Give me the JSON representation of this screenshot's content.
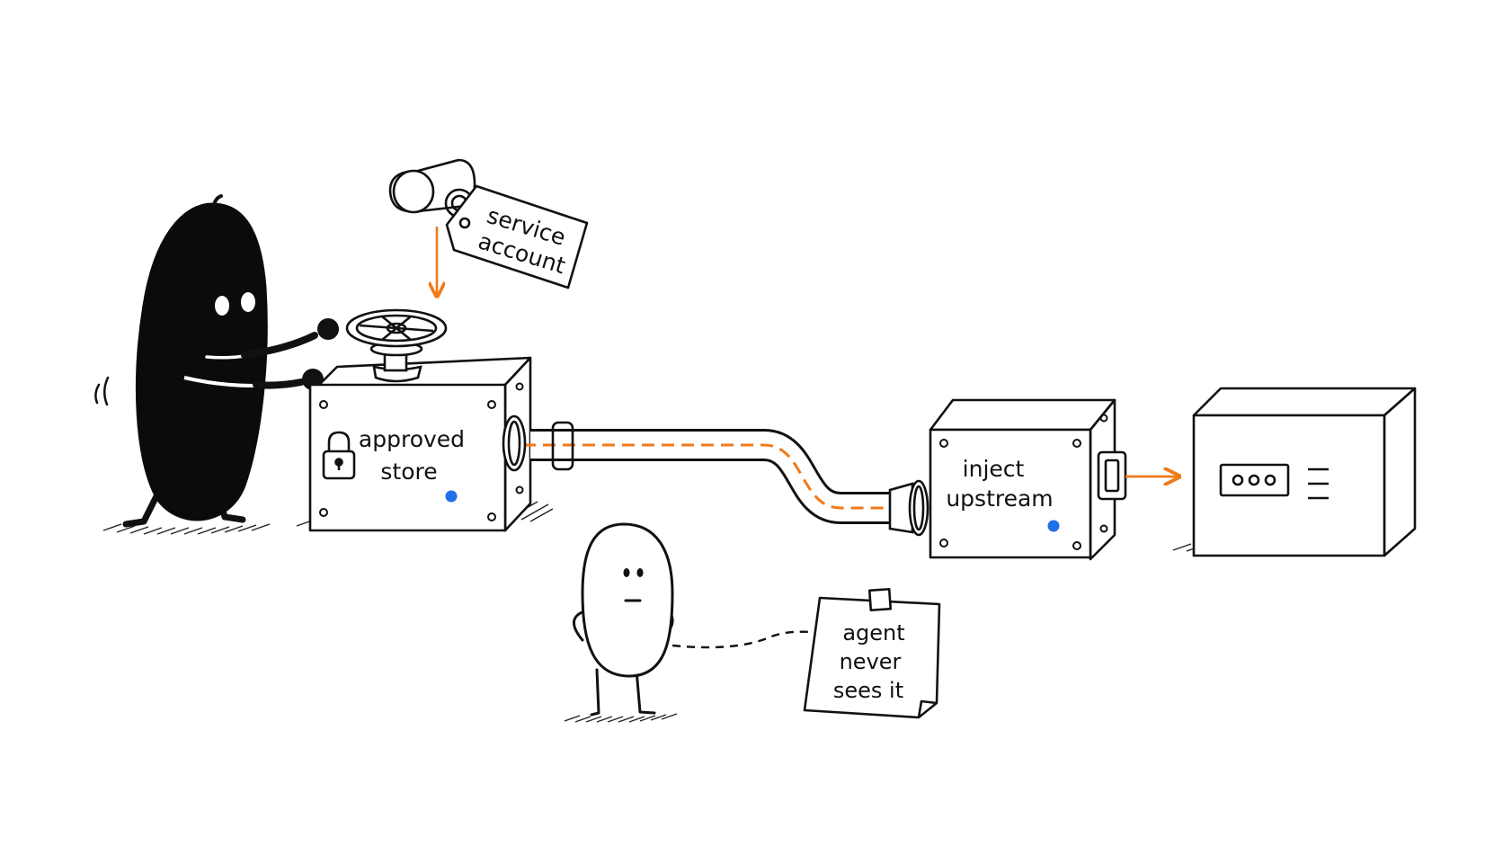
{
  "palette": {
    "ink": "#111111",
    "accent": "#f07a1a",
    "dot": "#1f6fe8",
    "paper": "#ffffff"
  },
  "icons": {
    "tag": "luggage-tag-icon",
    "lock": "padlock-icon",
    "valve": "valve-wheel-icon"
  },
  "tag": {
    "line1": "service",
    "line2": "account"
  },
  "store": {
    "line1": "approved",
    "line2": "store"
  },
  "inject": {
    "line1": "inject",
    "line2": "upstream"
  },
  "note": {
    "line1": "agent",
    "line2": "never",
    "line3": "sees it"
  }
}
